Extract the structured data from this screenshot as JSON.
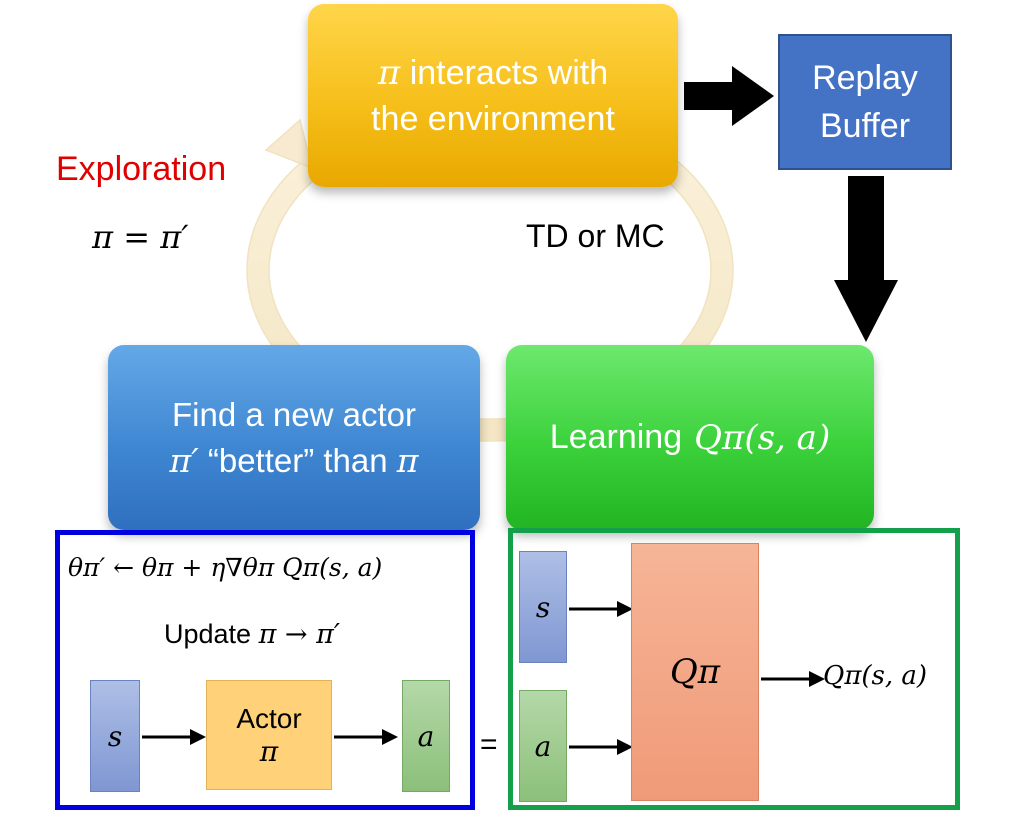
{
  "cycle": {
    "top_box": {
      "symbol": "π",
      "line1": "interacts with",
      "line2": "the environment",
      "color": "#f6bf1a"
    },
    "left_box": {
      "line1": "Find a new actor",
      "prime": "π′",
      "middle": "“better” than",
      "symbol": "π",
      "color": "#3f87d2"
    },
    "right_box": {
      "text": "Learning",
      "math": "Qπ(s, a)",
      "color": "#3bd13b"
    },
    "replay": {
      "line1": "Replay",
      "line2": "Buffer",
      "color": "#4472c4"
    },
    "exploration_label": "Exploration",
    "exploration_color": "#e00000",
    "assign_formula": "π = π′",
    "td_mc_label": "TD or MC"
  },
  "actor_panel": {
    "formula": "θπ′ ← θπ + η∇θπ Qπ(s, a)",
    "update_text": "Update",
    "update_math": "π → π′",
    "s_label": "s",
    "actor_label": "Actor",
    "actor_symbol": "π",
    "a_label": "a",
    "border_color": "#0000e0"
  },
  "equals_sign": "=",
  "critic_panel": {
    "s_label": "s",
    "a_label": "a",
    "q_label": "Qπ",
    "output": "Qπ(s, a)",
    "border_color": "#14a04a"
  }
}
